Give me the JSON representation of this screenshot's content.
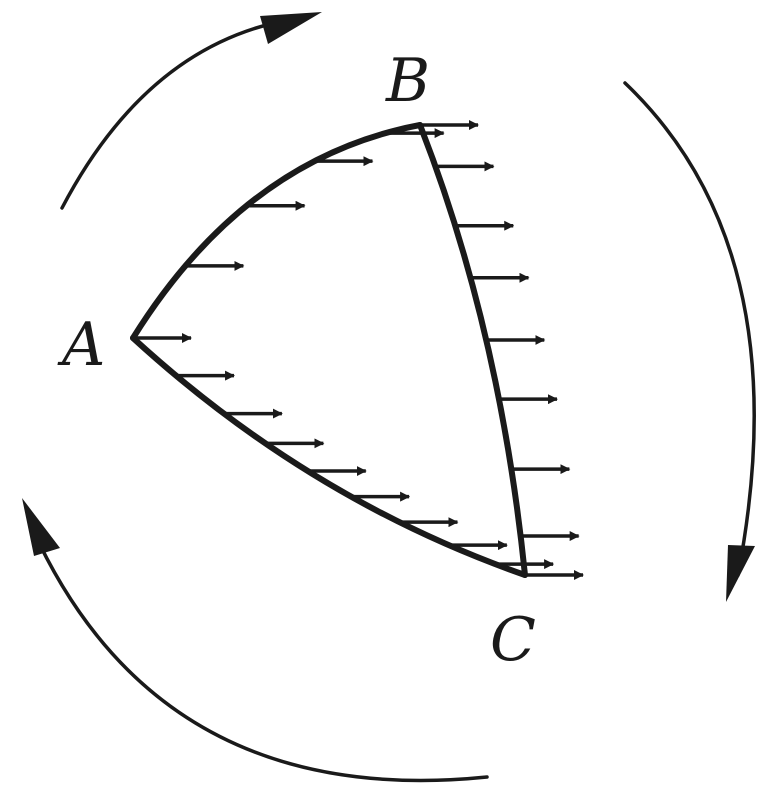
{
  "diagram": {
    "vertices": [
      {
        "id": "A",
        "label": "A"
      },
      {
        "id": "B",
        "label": "B"
      },
      {
        "id": "C",
        "label": "C"
      }
    ],
    "edges": [
      {
        "from": "A",
        "to": "B"
      },
      {
        "from": "B",
        "to": "C"
      },
      {
        "from": "A",
        "to": "C"
      }
    ],
    "vector_field_direction": "right",
    "circulation": "clockwise"
  },
  "colors": {
    "ink": "#1a1a1a",
    "background": "#ffffff"
  }
}
